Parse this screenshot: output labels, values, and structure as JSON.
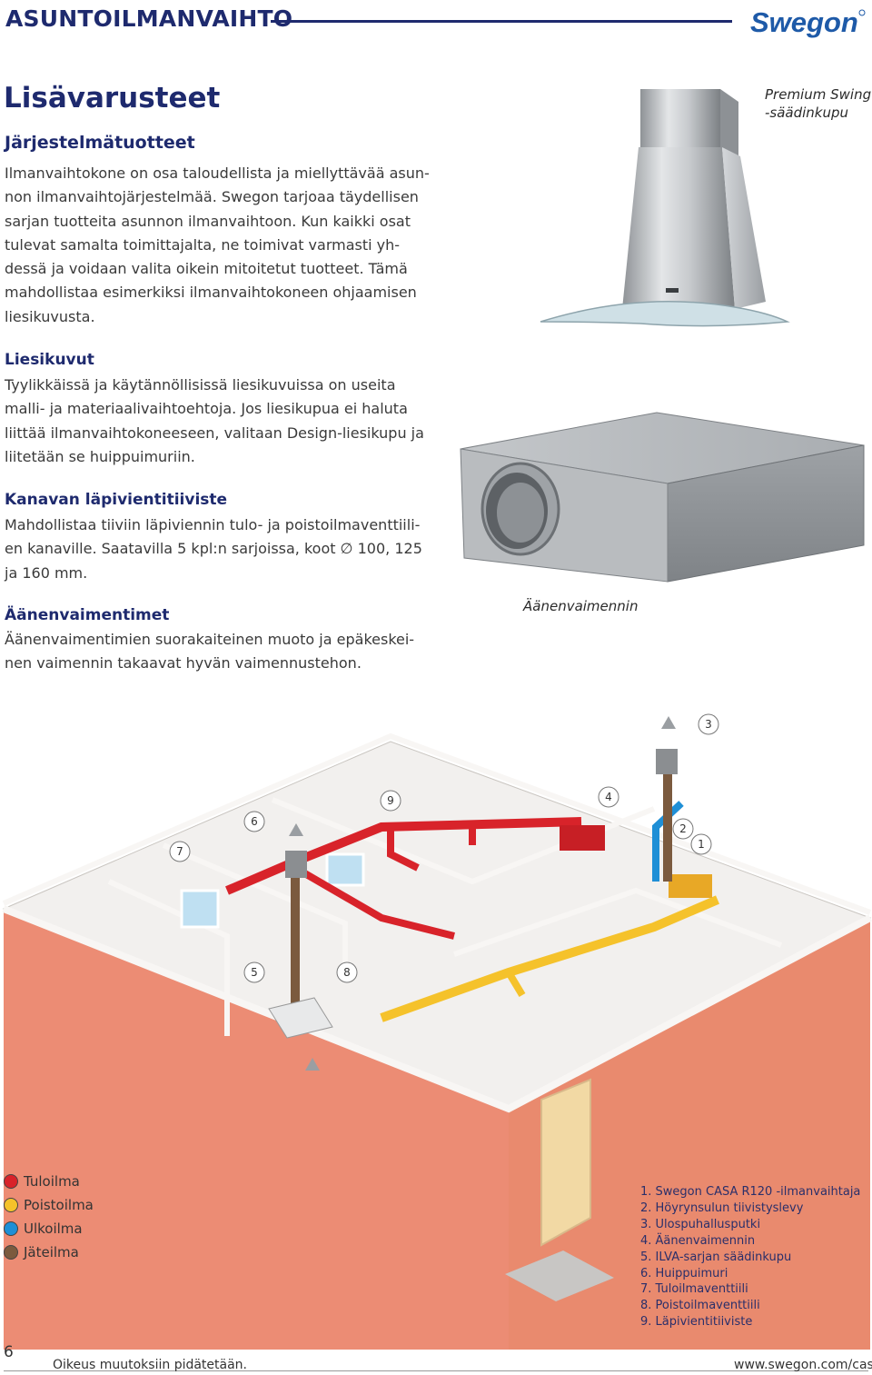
{
  "header": {
    "title": "ASUNTOILMANVAIHTO",
    "logo_text": "Swegon"
  },
  "page_title": "Lisävarusteet",
  "sections": {
    "system": {
      "heading": "Järjestelmätuotteet",
      "lines": [
        "Ilmanvaihtokone on osa taloudellista ja miellyttävää asun-",
        "non ilmanvaihtojärjestelmää. Swegon tarjoaa täydellisen",
        "sarjan tuotteita asunnon ilmanvaihtoon. Kun kaikki osat",
        "tulevat samalta toimittajalta, ne toimivat varmasti yh-",
        "dessä ja voidaan valita oikein mitoitetut tuotteet. Tämä",
        "mahdollistaa esimerkiksi ilmanvaihtokoneen ohjaamisen",
        "liesikuvusta."
      ]
    },
    "hoods": {
      "heading": "Liesikuvut",
      "lines": [
        "Tyylikkäissä ja käytännöllisissä liesikuvuissa on useita",
        "malli- ja materiaalivaihtoehtoja. Jos liesikupua ei haluta",
        "liittää ilmanvaihtokoneeseen, valitaan Design-liesikupu ja",
        "liitetään se huippuimuriin."
      ]
    },
    "seal": {
      "heading": "Kanavan läpivientitiiviste",
      "lines": [
        "Mahdollistaa tiiviin läpiviennin tulo- ja poistoilmaventtiili-",
        "en kanaville. Saatavilla 5 kpl:n sarjoissa, koot ∅ 100, 125",
        "ja 160 mm."
      ]
    },
    "silencers": {
      "heading": "Äänenvaimentimet",
      "lines": [
        "Äänenvaimentimien suorakaiteinen muoto ja epäkeskei-",
        "nen vaimennin takaavat hyvän vaimennustehon."
      ]
    }
  },
  "captions": {
    "hood": [
      "Premium Swing",
      "-säädinkupu"
    ],
    "silencer": "Äänenvaimennin"
  },
  "diagram": {
    "markers": [
      "1",
      "2",
      "3",
      "4",
      "5",
      "6",
      "7",
      "8",
      "9"
    ]
  },
  "legend": [
    {
      "label": "Tuloilma",
      "color": "#d8232a"
    },
    {
      "label": "Poistoilma",
      "color": "#f5c22b"
    },
    {
      "label": "Ulkoilma",
      "color": "#1f8fd6"
    },
    {
      "label": "Jäteilma",
      "color": "#7b5a3e"
    }
  ],
  "parts": [
    "1. Swegon CASA R120 -ilmanvaihtaja",
    "2. Höyrynsulun tiivistyslevy",
    "3. Ulospuhallusputki",
    "4. Äänenvaimennin",
    "5. ILVA-sarjan säädinkupu",
    "6. Huippuimuri",
    "7. Tuloilmaventtiili",
    "8. Poistoilmaventtiili",
    "9. Läpivientitiiviste"
  ],
  "footer": {
    "page_number": "6",
    "note": "Oikeus muutoksiin pidätetään.",
    "url": "www.swegon.com/casa"
  }
}
